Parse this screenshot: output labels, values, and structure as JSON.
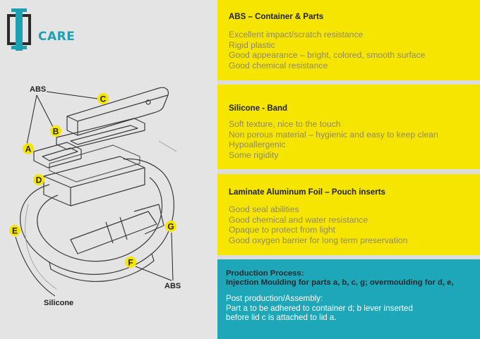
{
  "brand": {
    "name": "CARE",
    "accent_color": "#1ea7b8",
    "highlight_color": "#f6e500"
  },
  "sketch": {
    "group_labels": {
      "abs_top": "ABS",
      "abs_bottom": "ABS",
      "silicone": "Silicone"
    },
    "badges": [
      "A",
      "B",
      "C",
      "D",
      "E",
      "F",
      "G"
    ]
  },
  "panels": {
    "abs": {
      "title": "ABS – Container & Parts",
      "lines": [
        "Excellent impact/scratch resistance",
        "Rigid plastic",
        "Good appearance – bright, colored, smooth surface",
        "Good chemical resistance"
      ]
    },
    "silicone": {
      "title": "Silicone - Band",
      "lines": [
        "Soft texture, nice to the touch",
        "Non porous material – hygienic and easy to keep clean",
        "Hypoallergenic",
        "Some rigidity"
      ]
    },
    "foil": {
      "title": "Laminate Aluminum Foil – Pouch inserts",
      "lines": [
        "Good seal abilities",
        "Good chemical and water resistance",
        "Opaque to protect from light",
        "Good oxygen barrier for long term preservation"
      ]
    },
    "process": {
      "title": "Production Process:",
      "subtitle": "Injection Moulding for parts a, b, c, g; overmoulding for d, e,",
      "post_title": "Post production/Assembly:",
      "post_lines": [
        "Part a to be adhered to container d; b lever inserted",
        "before lid c is attached to lid a."
      ]
    }
  }
}
